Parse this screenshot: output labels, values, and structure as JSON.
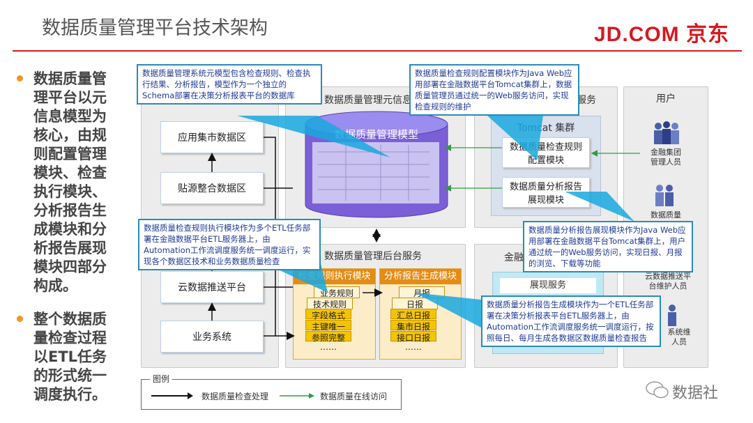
{
  "header": {
    "title": "数据质量管理平台技术架构",
    "logo": "JD.COM 京东"
  },
  "bullets": [
    [
      "数据质量管",
      "理平台以元",
      "信息模型为",
      "核心，由规",
      "则配置管理",
      "模块、检查",
      "执行模块、",
      "分析报告生",
      "成模块和分",
      "析报告展现",
      "模块四部分",
      "构成。"
    ],
    [
      "整个数据质",
      "量检查过程",
      "以ETL任务",
      "的形式统一",
      "调度执行。"
    ]
  ],
  "left_stack": [
    "应用集市数据区",
    "贴源整合数据区",
    "云数据推送平台",
    "业务系统"
  ],
  "meta": {
    "title": "数据质量管理元信息",
    "model": "数据质量管理模型"
  },
  "backend": {
    "title": "数据质量管理后台服务",
    "check_module": "检查规则执行模块",
    "report_module": "分析报告生成模块",
    "check_items": [
      "业务规则",
      "技术规则",
      "字段格式",
      "主键唯一",
      "参照完整",
      "……"
    ],
    "report_items": [
      "月报",
      "日报",
      "汇总日报",
      "集市日报",
      "接口日报",
      "……"
    ]
  },
  "web": {
    "title_tail": "服务",
    "cluster": "Tomcat 集群",
    "config": [
      "数据质量检查规则",
      "配置模块"
    ],
    "display": [
      "数据质量分析报告",
      "展现模块"
    ]
  },
  "fin": {
    "title": "金融",
    "display_service": "展现服务"
  },
  "users": {
    "title": "用户",
    "groups": [
      [
        "金融集团",
        "管理人员"
      ],
      [
        "数据质量"
      ],
      [
        "云数据推送平",
        "台维护人员"
      ],
      [
        "系统维",
        "人员"
      ]
    ]
  },
  "callouts": {
    "c1": "数据质量管理系统元模型包含检查规则、检查执行结果、分析报告，模型作为一个独立的Schema部署在决策分析报表平台的数据库",
    "c2": "数据质量检查规则配置模块作为Java Web应用部署在金融数据平台Tomcat集群上，数据质量管理员通过统一的Web服务访问，实现检查规则的维护",
    "c3": "数据质量检查规则执行模块作为多个ETL任务部署在金融数据平台ETL服务器上，由Automation工作流调度服务统一调度运行，实现各个数据区技术和业务数据质量检查",
    "c4": "数据质量分析报告展现模块作为Java Web应用部署在金融数据平台Tomcat集群上，用户通过统一的Web服务访问，实现日报、月报的浏览、下载等功能",
    "c5": "数据质量分析报告生成模块作为一个ETL任务部署在决策分析报表平台ETL服务器上，由Automation工作流调度服务统一调度运行，按照每日、每月生成各数据区数据质量检查报告"
  },
  "legend": {
    "title": "图例",
    "item1": "数据质量检查处理",
    "item2": "数据质量在线访问"
  },
  "watermark": "数据社",
  "colors": {
    "accent": "#d71920",
    "bullet": "#f29424",
    "callout_border": "#2a8bb7",
    "module": "#e38c16",
    "green_arrow": "#2e9e3e"
  }
}
